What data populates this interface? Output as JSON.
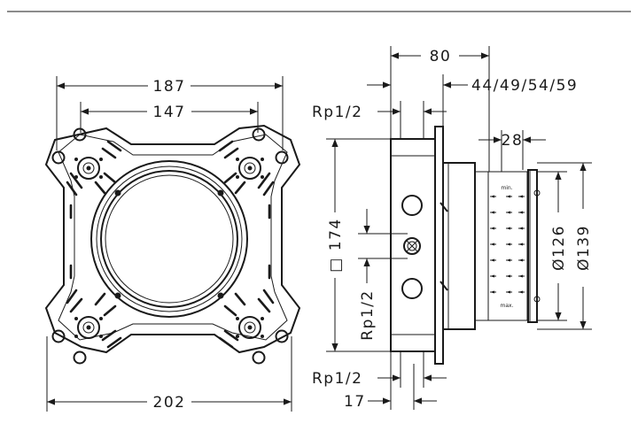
{
  "dimensions": {
    "width_187": "187",
    "width_147": "147",
    "width_202": "202",
    "depth_80": "80",
    "depth_options": "44/49/54/59",
    "thread_top": "Rp1/2",
    "thread_side": "Rp1/2",
    "thread_bottom": "Rp1/2",
    "square_174": "□ 174",
    "depth_28": "28",
    "depth_17": "17",
    "dia_126": "Ø126",
    "dia_139": "Ø139",
    "label_min": "min.",
    "label_max": "max."
  }
}
